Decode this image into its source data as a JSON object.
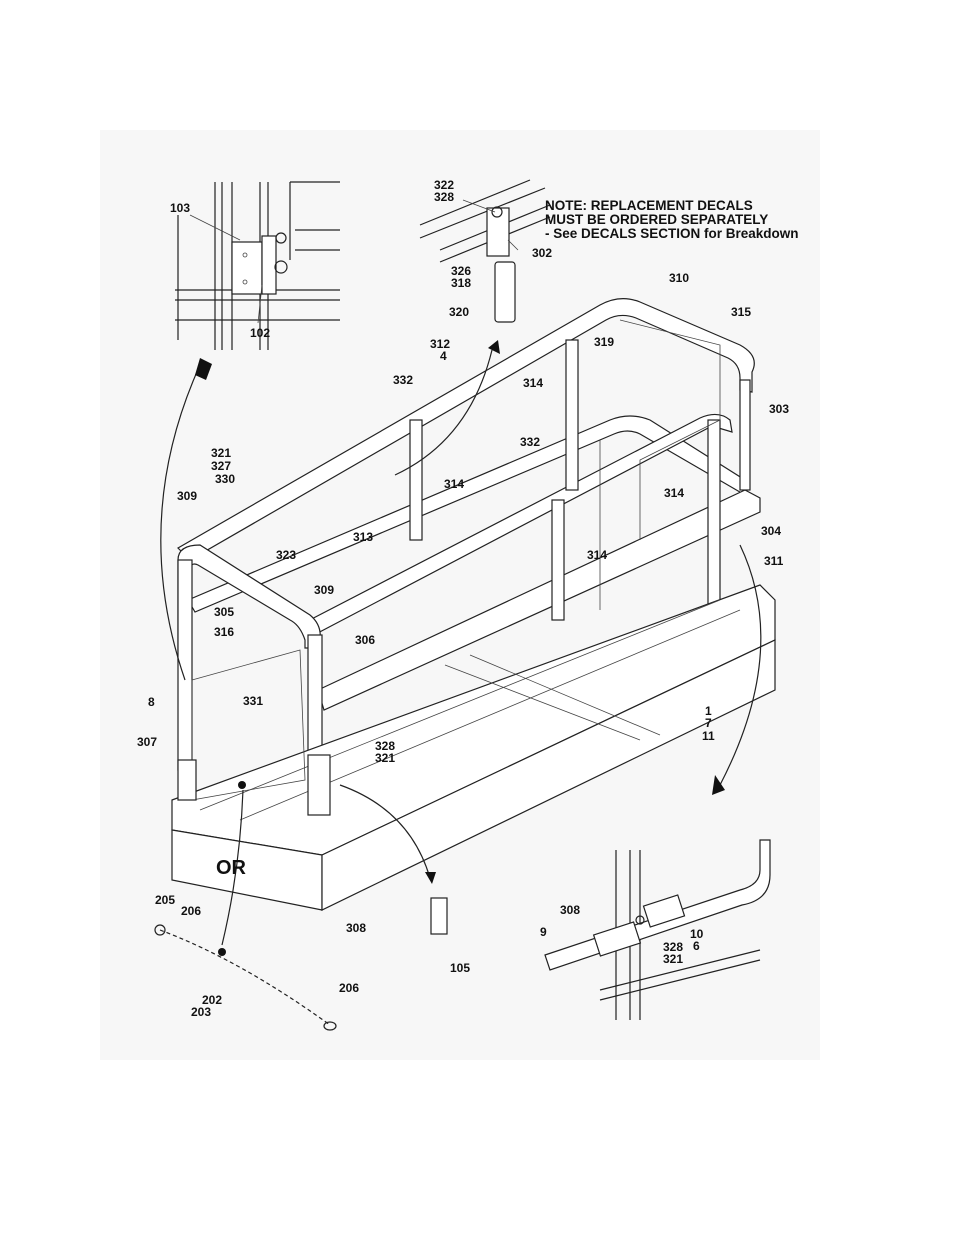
{
  "note": {
    "line1": "NOTE:  REPLACEMENT DECALS",
    "line2": "MUST BE ORDERED SEPARATELY",
    "line3": "- See DECALS SECTION for Breakdown"
  },
  "or_label": "OR",
  "labels": {
    "l103": "103",
    "l102": "102",
    "l322": "322",
    "l328a": "328",
    "l302": "302",
    "l326": "326",
    "l318": "318",
    "l320": "320",
    "l310": "310",
    "l315": "315",
    "l319": "319",
    "l312": "312",
    "l4": "4",
    "l332a": "332",
    "l314a": "314",
    "l303": "303",
    "l332b": "332",
    "l321a": "321",
    "l327": "327",
    "l330": "330",
    "l314b": "314",
    "l314c": "314",
    "l309a": "309",
    "l304": "304",
    "l313": "313",
    "l323": "323",
    "l314d": "314",
    "l311": "311",
    "l309b": "309",
    "l305": "305",
    "l316": "316",
    "l306": "306",
    "l8": "8",
    "l331": "331",
    "l1": "1",
    "l7": "7",
    "l11": "11",
    "l307": "307",
    "l328b": "328",
    "l321b": "321",
    "l308a": "308",
    "l205": "205",
    "l206a": "206",
    "l105": "105",
    "l308b": "308",
    "l9": "9",
    "l10": "10",
    "l6": "6",
    "l328c": "328",
    "l321c": "321",
    "l202": "202",
    "l203": "203",
    "l206b": "206"
  }
}
